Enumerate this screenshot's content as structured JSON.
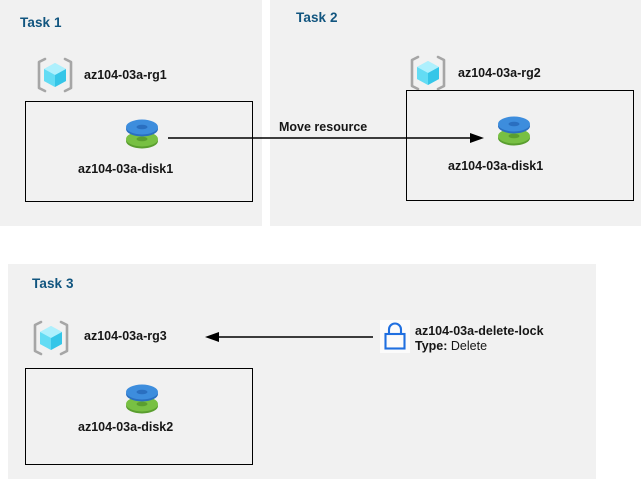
{
  "diagram": {
    "title": "Azure resource group tasks diagram",
    "colors": {
      "panel_bg": "#f1f1f1",
      "page_bg": "#ffffff",
      "task_title": "#11557f",
      "box_border": "#000000",
      "label_text": "#161616",
      "lock_blue": "#1f6fe0",
      "rg_cube_cyan": "#7ee8fa",
      "disk_blue": "#3a8dde",
      "disk_green": "#6cb33f",
      "arrow": "#000000"
    },
    "panels": [
      {
        "id": "task1",
        "title": "Task 1",
        "resource_group": {
          "name": "az104-03a-rg1",
          "icon": "resource-group-icon"
        },
        "resource": {
          "name": "az104-03a-disk1",
          "icon": "managed-disk-icon"
        }
      },
      {
        "id": "task2",
        "title": "Task 2",
        "resource_group": {
          "name": "az104-03a-rg2",
          "icon": "resource-group-icon"
        },
        "resource": {
          "name": "az104-03a-disk1",
          "icon": "managed-disk-icon"
        }
      },
      {
        "id": "task3",
        "title": "Task 3",
        "resource_group": {
          "name": "az104-03a-rg3",
          "icon": "resource-group-icon"
        },
        "resource": {
          "name": "az104-03a-disk2",
          "icon": "managed-disk-icon"
        }
      }
    ],
    "connectors": [
      {
        "id": "move-resource",
        "label": "Move resource",
        "from": "task1-disk1",
        "to": "task2-disk1",
        "direction": "right"
      },
      {
        "id": "delete-lock-link",
        "label": "",
        "from": "delete-lock",
        "to": "task3-rg3",
        "direction": "left"
      }
    ],
    "lock": {
      "icon": "lock-icon",
      "name": "az104-03a-delete-lock",
      "type_key": "Type:",
      "type_value": "Delete"
    }
  }
}
